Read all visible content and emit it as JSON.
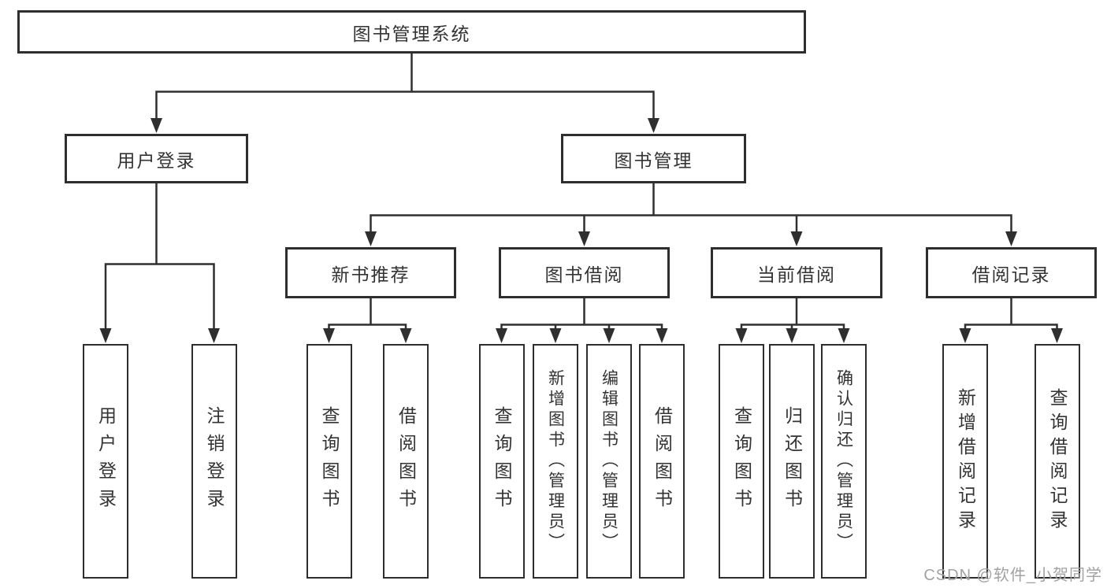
{
  "page": {
    "background": "#ffffff"
  },
  "colors": {
    "line": "#2f2f2f",
    "box_border": "#2e2e2e",
    "text": "#333333",
    "watermark": "#a2a2a2"
  },
  "watermark": {
    "text": "CSDN @软件_小贺同学"
  },
  "tree": {
    "root": {
      "label": "图书管理系统"
    },
    "level2": [
      {
        "label": "用户登录"
      },
      {
        "label": "图书管理"
      }
    ],
    "level3": [
      {
        "label": "新书推荐"
      },
      {
        "label": "图书借阅"
      },
      {
        "label": "当前借阅"
      },
      {
        "label": "借阅记录"
      }
    ],
    "leaves": {
      "user_login": [
        "用户登录",
        "注销登录"
      ],
      "new_book": [
        "查询图书",
        "借阅图书"
      ],
      "book_borrow": [
        "查询图书",
        "新增图书（管理员）",
        "编辑图书（管理员）",
        "借阅图书"
      ],
      "current_borrow": [
        "查询图书",
        "归还图书",
        "确认归还（管理员）"
      ],
      "borrow_record": [
        "新增借阅记录",
        "查询借阅记录"
      ]
    }
  }
}
